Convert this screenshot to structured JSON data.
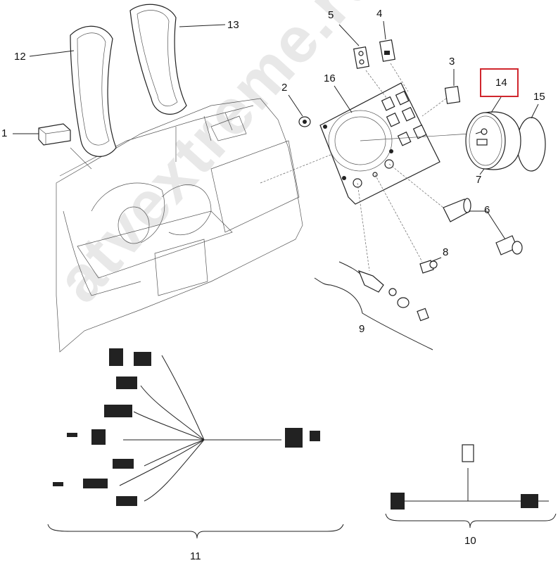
{
  "diagram": {
    "callouts": {
      "c1": "1",
      "c2": "2",
      "c3": "3",
      "c4": "4",
      "c5": "5",
      "c6": "6",
      "c7": "7",
      "c8": "8",
      "c9": "9",
      "c10": "10",
      "c11": "11",
      "c12": "12",
      "c13": "13",
      "c14": "14",
      "c15": "15",
      "c16": "16"
    },
    "highlighted_callout": "14",
    "highlight_color": "#d0262d",
    "watermark": "atvextreme.ru"
  }
}
